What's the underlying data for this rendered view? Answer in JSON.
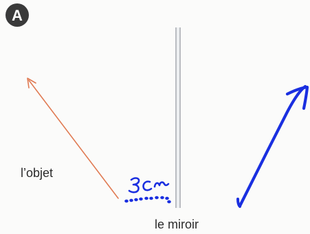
{
  "badge": {
    "letter": "A"
  },
  "labels": {
    "object": "l’objet",
    "mirror": "le miroir"
  },
  "annotation": {
    "handwritten": "3cm"
  },
  "colors": {
    "badge": "#3a3a3a",
    "object_arrow": "#e07a52",
    "mirror": "#a9adb3",
    "pen": "#1a2fe0",
    "text": "#2a2a2a"
  }
}
